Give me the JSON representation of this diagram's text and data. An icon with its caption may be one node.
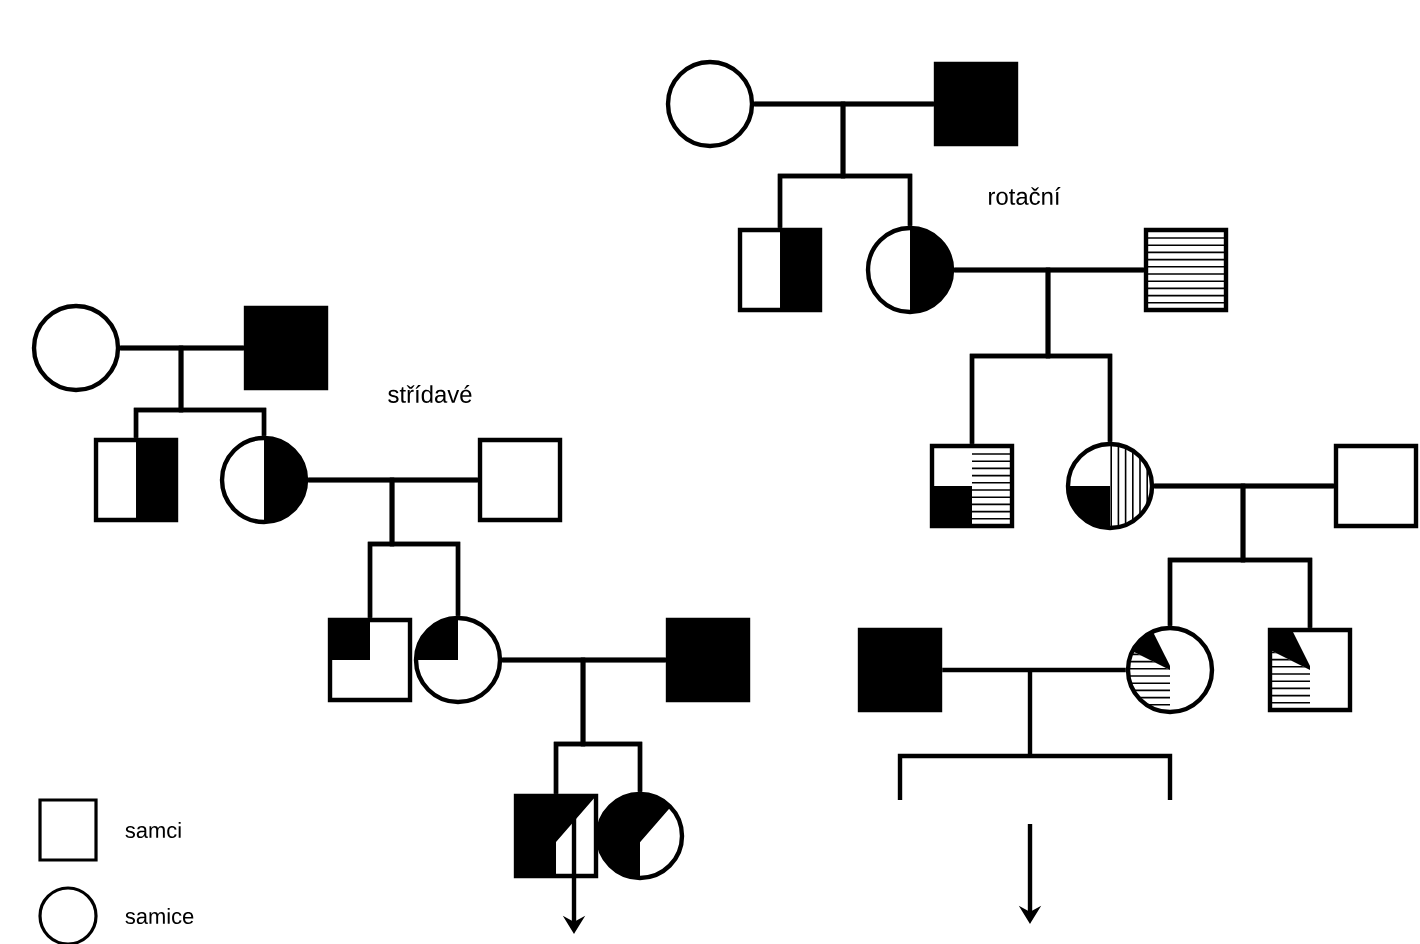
{
  "diagram": {
    "nodes": [
      {
        "text": [],
        "shape": "circle"
      },
      {
        "text": [],
        "shape": "box"
      },
      {
        "text": [],
        "shape": "box"
      },
      {
        "text": [],
        "shape": "circle"
      },
      {
        "text": [],
        "shape": "box"
      },
      {
        "text": [],
        "shape": "box"
      },
      {
        "text": [],
        "shape": "circle"
      },
      {
        "text": [],
        "shape": "box"
      },
      {
        "text": [],
        "shape": "box"
      },
      {
        "text": [],
        "shape": "circle"
      },
      {
        "text": [],
        "shape": "circle"
      },
      {
        "text": [],
        "shape": "box"
      },
      {
        "text": [],
        "shape": "box"
      },
      {
        "text": [],
        "shape": "circle"
      },
      {
        "text": [],
        "shape": "box"
      },
      {
        "text": [],
        "shape": "box"
      },
      {
        "text": [],
        "shape": "circle"
      },
      {
        "text": [],
        "shape": "box"
      },
      {
        "text": [],
        "shape": "circle"
      },
      {
        "text": [],
        "shape": "box"
      },
      {
        "text": [],
        "shape": "box"
      }
    ],
    "edges": [
      {
        "from": 0,
        "to": 1,
        "arrow": "none"
      },
      {
        "from": 0,
        "to": 2,
        "arrow": "none"
      },
      {
        "from": 1,
        "to": 2,
        "arrow": "none"
      },
      {
        "from": 0,
        "to": 3,
        "arrow": "none"
      },
      {
        "from": 1,
        "to": 3,
        "arrow": "none"
      },
      {
        "from": 3,
        "to": 4,
        "arrow": "none"
      },
      {
        "from": 3,
        "to": 5,
        "arrow": "none"
      },
      {
        "from": 4,
        "to": 5,
        "arrow": "none"
      },
      {
        "from": 3,
        "to": 6,
        "arrow": "none"
      },
      {
        "from": 4,
        "to": 6,
        "arrow": "none"
      },
      {
        "from": 6,
        "to": 7,
        "arrow": "none"
      },
      {
        "from": 6,
        "to": 8,
        "arrow": "none"
      },
      {
        "from": 7,
        "to": 8,
        "arrow": "none"
      },
      {
        "from": 6,
        "to": 9,
        "arrow": "none"
      },
      {
        "from": 7,
        "to": 9,
        "arrow": "none"
      },
      {
        "from": 10,
        "to": 11,
        "arrow": "none"
      },
      {
        "from": 10,
        "to": 12,
        "arrow": "none"
      },
      {
        "from": 11,
        "to": 12,
        "arrow": "none"
      },
      {
        "from": 10,
        "to": 13,
        "arrow": "none"
      },
      {
        "from": 11,
        "to": 13,
        "arrow": "none"
      },
      {
        "from": 13,
        "to": 14,
        "arrow": "none"
      },
      {
        "from": 13,
        "to": 15,
        "arrow": "none"
      },
      {
        "from": 14,
        "to": 15,
        "arrow": "none"
      },
      {
        "from": 13,
        "to": 16,
        "arrow": "none"
      },
      {
        "from": 14,
        "to": 16,
        "arrow": "none"
      },
      {
        "from": 16,
        "to": 17,
        "arrow": "none"
      },
      {
        "from": 16,
        "to": 18,
        "arrow": "none"
      },
      {
        "from": 17,
        "to": 18,
        "arrow": "none"
      },
      {
        "from": 16,
        "to": 19,
        "arrow": "none"
      },
      {
        "from": 17,
        "to": 19,
        "arrow": "none"
      },
      {
        "from": 20,
        "to": 18,
        "arrow": "none"
      }
    ],
    "labels": [
      "rotační",
      "střídavé"
    ],
    "legend": [
      {
        "text": "samci"
      },
      {
        "text": "samice"
      }
    ]
  }
}
